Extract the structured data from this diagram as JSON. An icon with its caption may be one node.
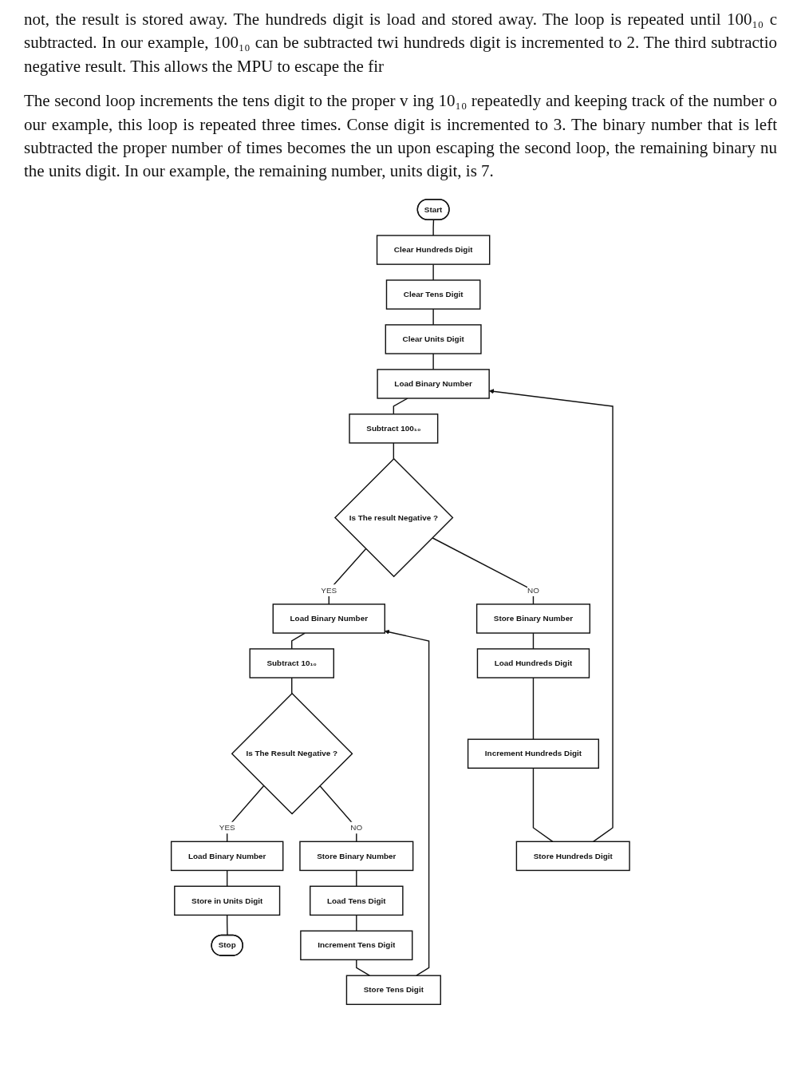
{
  "diagram": {
    "nodes": [
      {
        "text": [
          "Start"
        ]
      },
      {
        "text": [
          "Clear Hundreds Digit"
        ]
      },
      {
        "text": [
          "Clear Tens Digit"
        ]
      },
      {
        "text": [
          "Clear Units Digit"
        ]
      },
      {
        "text": [
          "Load Binary Number"
        ]
      },
      {
        "text": [
          "Subtract 100₁₀"
        ]
      },
      {
        "text": [
          "Is The result Negative ?"
        ]
      },
      {
        "text": [
          "Store Binary Number"
        ]
      },
      {
        "text": [
          "Load Hundreds Digit"
        ]
      },
      {
        "text": [
          "Increment Hundreds Digit"
        ]
      },
      {
        "text": [
          "Store Hundreds Digit"
        ]
      },
      {
        "text": [
          "Load Binary Number"
        ]
      },
      {
        "text": [
          "Subtract 10₁₀"
        ]
      },
      {
        "text": [
          "Is The Result Negative ?"
        ]
      },
      {
        "text": [
          "Store Binary Number"
        ]
      },
      {
        "text": [
          "Load Tens Digit"
        ]
      },
      {
        "text": [
          "Increment Tens Digit"
        ]
      },
      {
        "text": [
          "Store Tens Digit"
        ]
      },
      {
        "text": [
          "Load Binary Number"
        ]
      },
      {
        "text": [
          "Store in Units Digit"
        ]
      },
      {
        "text": [
          "Stop"
        ]
      }
    ],
    "edges": [
      {
        "from": 0,
        "to": 1,
        "arrow": "none"
      },
      {
        "from": 1,
        "to": 2,
        "arrow": "none"
      },
      {
        "from": 2,
        "to": 3,
        "arrow": "none"
      },
      {
        "from": 3,
        "to": 4,
        "arrow": "none"
      },
      {
        "from": 4,
        "to": 5,
        "arrow": "none"
      },
      {
        "from": 5,
        "to": 6,
        "arrow": "none"
      },
      {
        "from": 6,
        "to": 11,
        "label": "YES",
        "arrow": "none"
      },
      {
        "from": 6,
        "to": 7,
        "label": "NO",
        "arrow": "none"
      },
      {
        "from": 7,
        "to": 8,
        "arrow": "none"
      },
      {
        "from": 8,
        "to": 9,
        "arrow": "none"
      },
      {
        "from": 9,
        "to": 10,
        "arrow": "none"
      },
      {
        "from": 10,
        "to": 4,
        "arrow": "to"
      },
      {
        "from": 11,
        "to": 12,
        "arrow": "none"
      },
      {
        "from": 12,
        "to": 13,
        "arrow": "none"
      },
      {
        "from": 13,
        "to": 18,
        "label": "YES",
        "arrow": "none"
      },
      {
        "from": 13,
        "to": 14,
        "label": "NO",
        "arrow": "none"
      },
      {
        "from": 14,
        "to": 15,
        "arrow": "none"
      },
      {
        "from": 15,
        "to": 16,
        "arrow": "none"
      },
      {
        "from": 16,
        "to": 17,
        "arrow": "none"
      },
      {
        "from": 17,
        "to": 11,
        "arrow": "to"
      },
      {
        "from": 18,
        "to": 19,
        "arrow": "none"
      },
      {
        "from": 19,
        "to": 20,
        "arrow": "none"
      }
    ],
    "labels": [
      "not, the result is stored away. The hundreds digit is load and stored away. The loop is repeated until 100₁₀ c subtracted. In our example, 100₁₀ can be subtracted twi hundreds digit is incremented to 2. The third subtractio negative result. This allows the MPU to escape the fir",
      "The second loop increments the tens digit to the proper v ing 10₁₀ repeatedly and keeping track of the number o our example, this loop is repeated three times. Conse digit is incremented to 3. The binary number that is left subtracted the proper number of times becomes the un upon escaping the second loop, the remaining binary nu the units digit. In our example, the remaining number, units digit, is 7."
    ]
  }
}
